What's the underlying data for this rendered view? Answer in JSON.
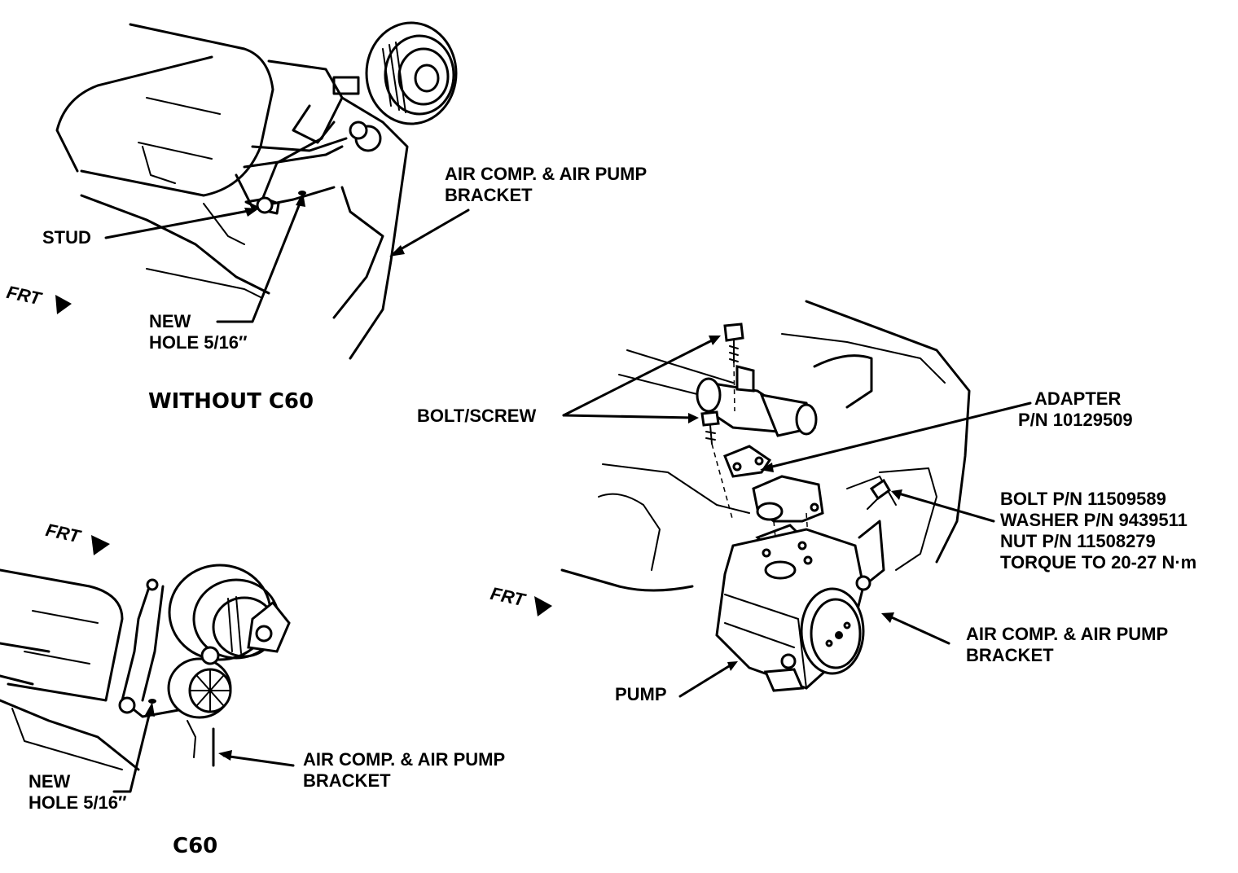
{
  "views": {
    "without_c60": {
      "title": "WITHOUT C60",
      "frt": "FRT",
      "labels": {
        "stud": "STUD",
        "new_hole_line1": "NEW",
        "new_hole_line2": "HOLE 5/16″",
        "bracket_line1": "AIR COMP. & AIR PUMP",
        "bracket_line2": "BRACKET"
      }
    },
    "c60": {
      "title": "C60",
      "frt": "FRT",
      "labels": {
        "new_hole_line1": "NEW",
        "new_hole_line2": "HOLE 5/16″",
        "bracket_line1": "AIR COMP. & AIR PUMP",
        "bracket_line2": "BRACKET"
      }
    },
    "pump_detail": {
      "frt": "FRT",
      "labels": {
        "bolt_screw": "BOLT/SCREW",
        "adapter_line1": "ADAPTER",
        "adapter_line2": "P/N 10129509",
        "bolt_pn": "BOLT P/N 11509589",
        "washer_pn": "WASHER P/N 9439511",
        "nut_pn": "NUT P/N 11508279",
        "torque": "TORQUE TO 20-27 N·m",
        "bracket_line1": "AIR COMP. & AIR PUMP",
        "bracket_line2": "BRACKET",
        "pump": "PUMP"
      }
    }
  }
}
